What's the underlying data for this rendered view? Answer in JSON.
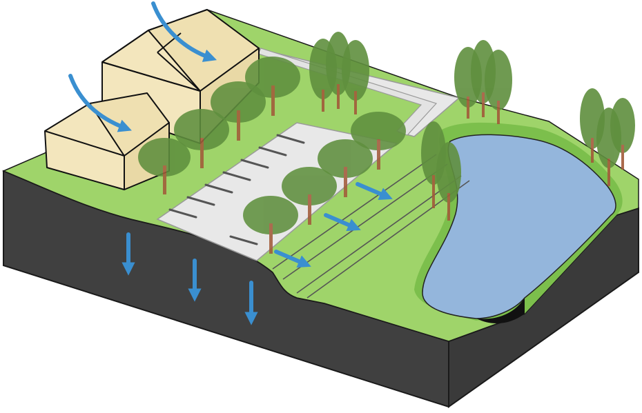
{
  "diagram": {
    "type": "stormwater-site-isometric",
    "colors": {
      "grass": "#9fd46a",
      "grass_dark": "#7cbf4c",
      "soil": "#404040",
      "soil_edge": "#1a1a1a",
      "water": "#94b6dc",
      "water_edge": "#222222",
      "pavement": "#e8e8e8",
      "pavement_lines": "#555555",
      "house_wall": "#f3e6bd",
      "house_line": "#111111",
      "tree": "#5f8f3e",
      "trunk": "#a25b3a",
      "arrow": "#3a8fd0"
    },
    "flows": {
      "roof_runoff_arrows": 2,
      "surface_flow_arrows": 3,
      "infiltration_arrows": 3
    }
  }
}
